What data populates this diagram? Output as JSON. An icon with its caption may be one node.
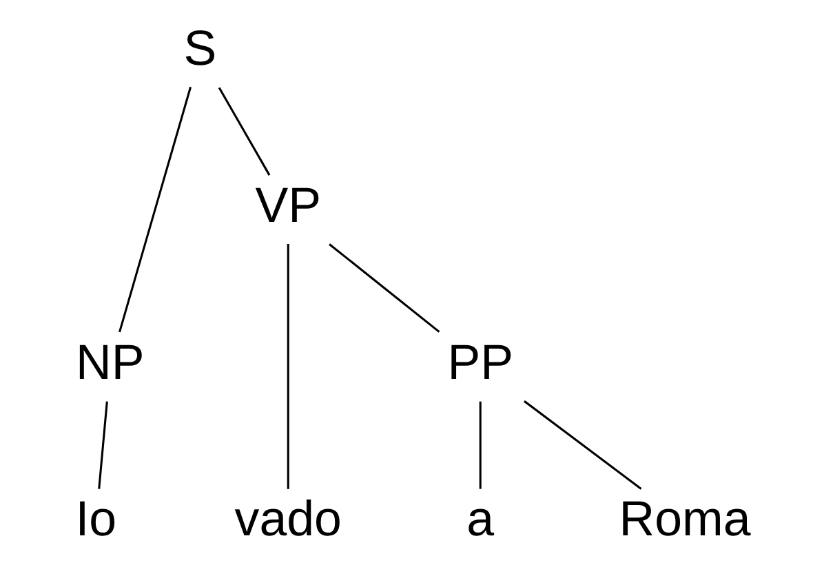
{
  "diagram": {
    "nodes": [
      {
        "text": [
          "S"
        ]
      },
      {
        "text": [
          "NP"
        ]
      },
      {
        "text": [
          "VP"
        ]
      },
      {
        "text": [
          "PP"
        ]
      },
      {
        "text": [
          "Io"
        ]
      },
      {
        "text": [
          "vado"
        ]
      },
      {
        "text": [
          "a"
        ]
      },
      {
        "text": [
          "Roma"
        ]
      }
    ],
    "edges": [
      {
        "from": 0,
        "to": 1,
        "arrow": "none"
      },
      {
        "from": 0,
        "to": 2,
        "arrow": "none"
      },
      {
        "from": 1,
        "to": 4,
        "arrow": "none"
      },
      {
        "from": 2,
        "to": 5,
        "arrow": "none"
      },
      {
        "from": 2,
        "to": 3,
        "arrow": "none"
      },
      {
        "from": 3,
        "to": 6,
        "arrow": "none"
      },
      {
        "from": 3,
        "to": 7,
        "arrow": "none"
      }
    ]
  }
}
